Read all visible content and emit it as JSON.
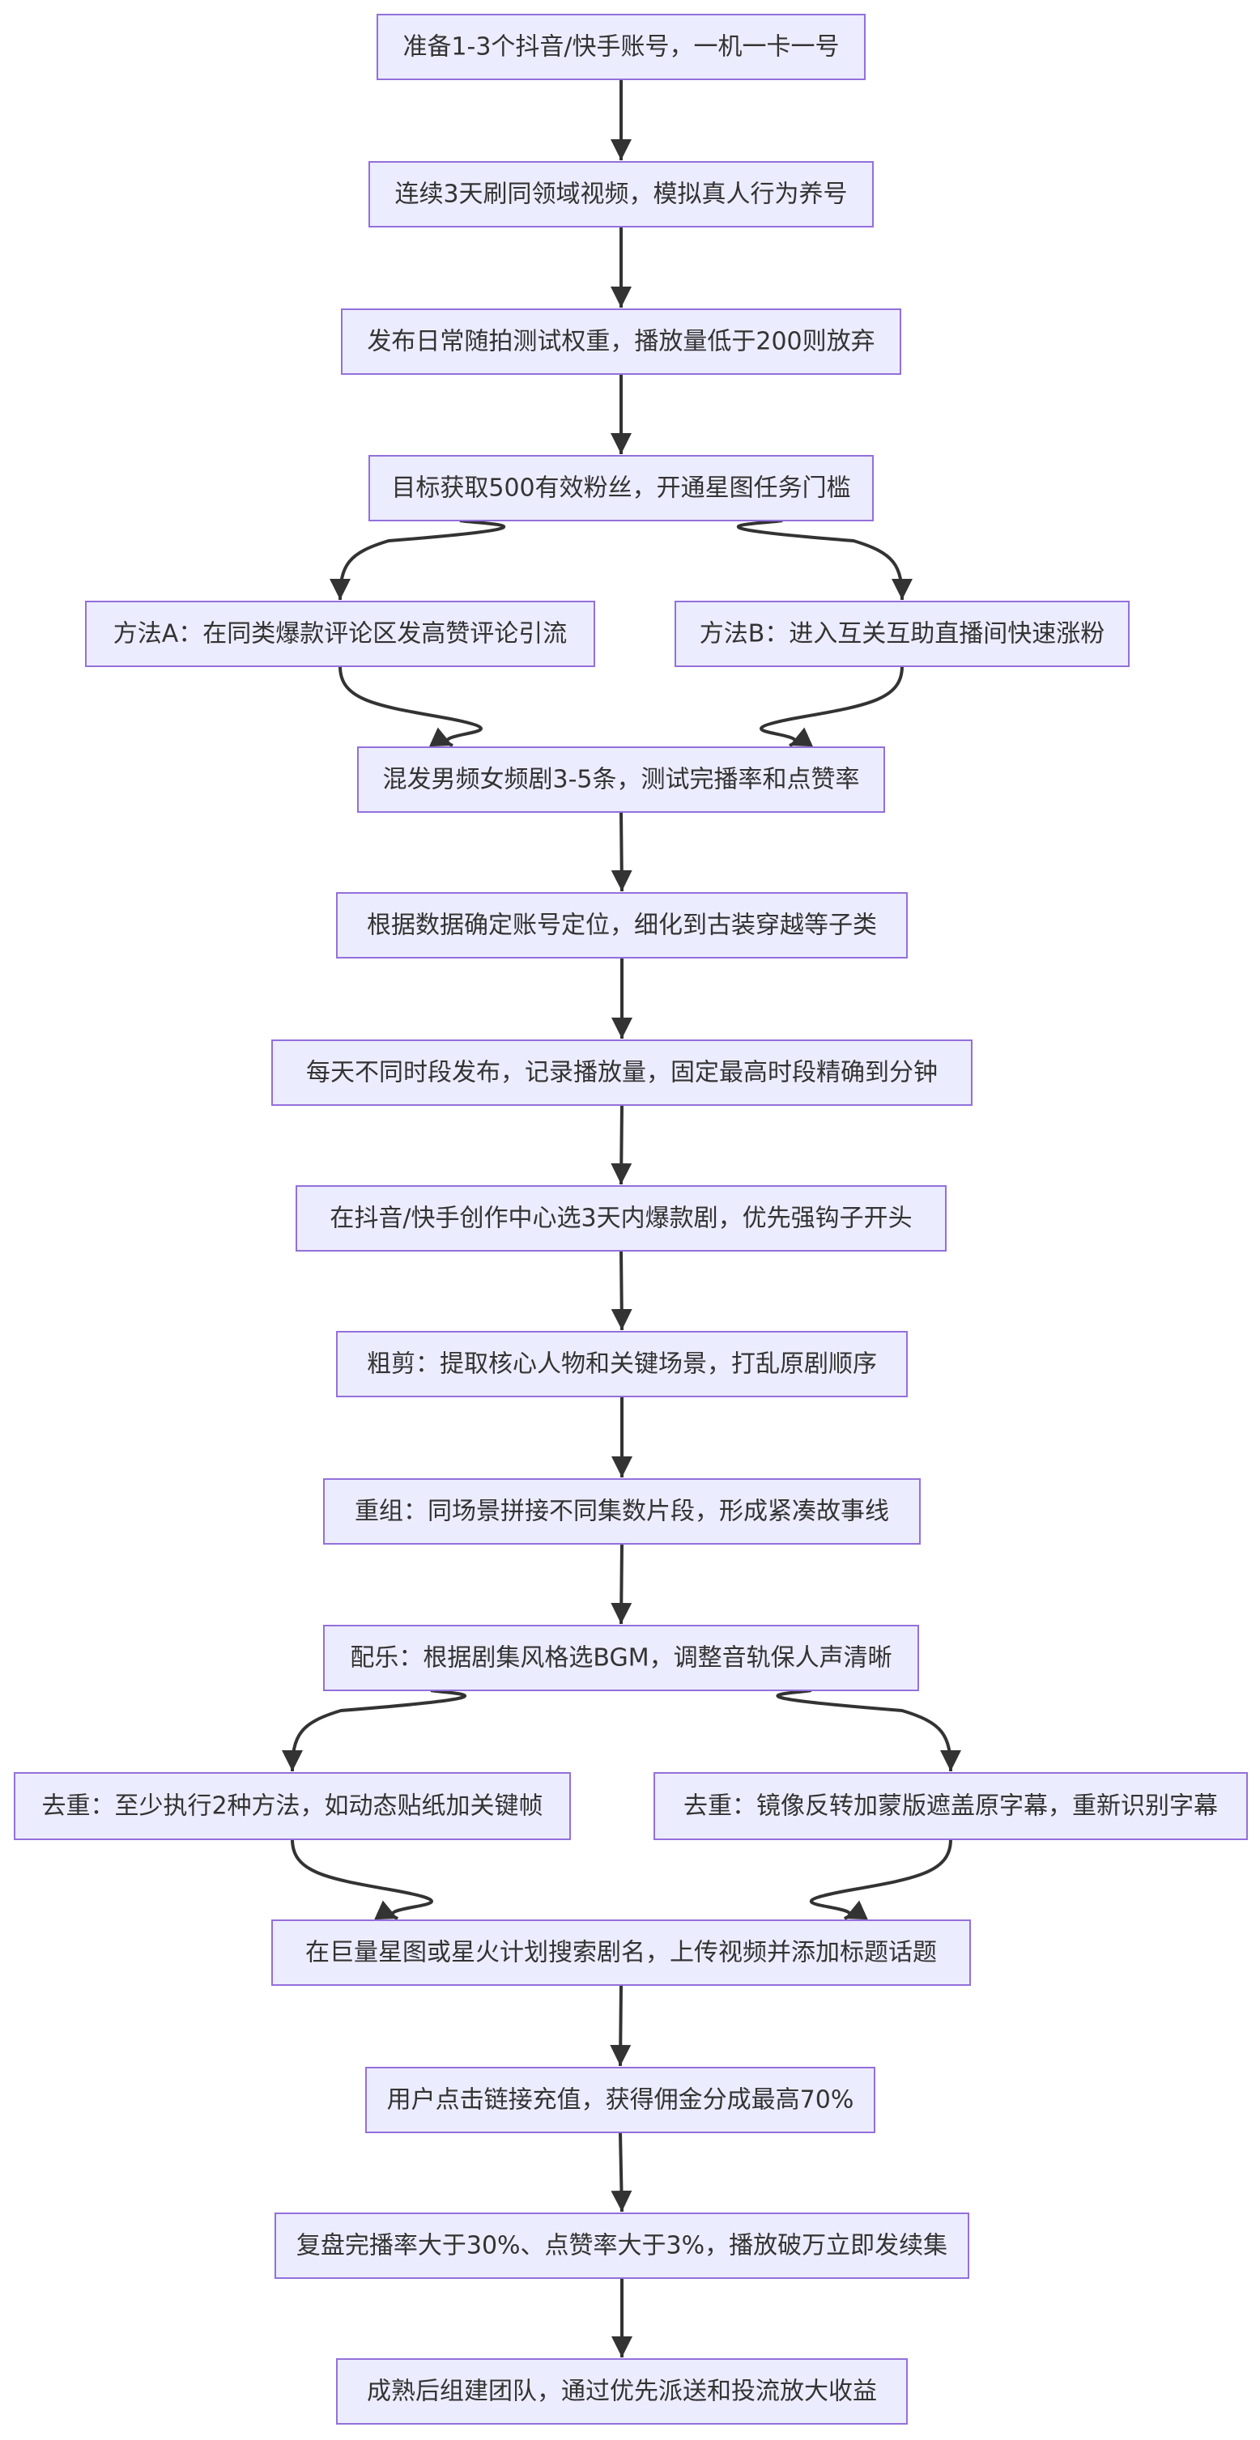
{
  "flowchart": {
    "nodes": [
      {
        "id": "n1",
        "label": "准备1-3个抖音/快手账号，一机一卡一号"
      },
      {
        "id": "n2",
        "label": "连续3天刷同领域视频，模拟真人行为养号"
      },
      {
        "id": "n3",
        "label": "发布日常随拍测试权重，播放量低于200则放弃"
      },
      {
        "id": "n4",
        "label": "目标获取500有效粉丝，开通星图任务门槛"
      },
      {
        "id": "n5a",
        "label": "方法A：在同类爆款评论区发高赞评论引流"
      },
      {
        "id": "n5b",
        "label": "方法B：进入互关互助直播间快速涨粉"
      },
      {
        "id": "n6",
        "label": "混发男频女频剧3-5条，测试完播率和点赞率"
      },
      {
        "id": "n7",
        "label": "根据数据确定账号定位，细化到古装穿越等子类"
      },
      {
        "id": "n8",
        "label": "每天不同时段发布，记录播放量，固定最高时段精确到分钟"
      },
      {
        "id": "n9",
        "label": "在抖音/快手创作中心选3天内爆款剧，优先强钩子开头"
      },
      {
        "id": "n10",
        "label": "粗剪：提取核心人物和关键场景，打乱原剧顺序"
      },
      {
        "id": "n11",
        "label": "重组：同场景拼接不同集数片段，形成紧凑故事线"
      },
      {
        "id": "n12",
        "label": "配乐：根据剧集风格选BGM，调整音轨保人声清晰"
      },
      {
        "id": "n13a",
        "label": "去重：至少执行2种方法，如动态贴纸加关键帧"
      },
      {
        "id": "n13b",
        "label": "去重：镜像反转加蒙版遮盖原字幕，重新识别字幕"
      },
      {
        "id": "n14",
        "label": "在巨量星图或星火计划搜索剧名，上传视频并添加标题话题"
      },
      {
        "id": "n15",
        "label": "用户点击链接充值，获得佣金分成最高70%"
      },
      {
        "id": "n16",
        "label": "复盘完播率大于30%、点赞率大于3%，播放破万立即发续集"
      },
      {
        "id": "n17",
        "label": "成熟后组建团队，通过优先派送和投流放大收益"
      }
    ],
    "edges": [
      {
        "from": "n1",
        "to": "n2"
      },
      {
        "from": "n2",
        "to": "n3"
      },
      {
        "from": "n3",
        "to": "n4"
      },
      {
        "from": "n4",
        "to": "n5a"
      },
      {
        "from": "n4",
        "to": "n5b"
      },
      {
        "from": "n5a",
        "to": "n6"
      },
      {
        "from": "n5b",
        "to": "n6"
      },
      {
        "from": "n6",
        "to": "n7"
      },
      {
        "from": "n7",
        "to": "n8"
      },
      {
        "from": "n8",
        "to": "n9"
      },
      {
        "from": "n9",
        "to": "n10"
      },
      {
        "from": "n10",
        "to": "n11"
      },
      {
        "from": "n11",
        "to": "n12"
      },
      {
        "from": "n12",
        "to": "n13a"
      },
      {
        "from": "n12",
        "to": "n13b"
      },
      {
        "from": "n13a",
        "to": "n14"
      },
      {
        "from": "n13b",
        "to": "n14"
      },
      {
        "from": "n14",
        "to": "n15"
      },
      {
        "from": "n15",
        "to": "n16"
      },
      {
        "from": "n16",
        "to": "n17"
      }
    ]
  },
  "colors": {
    "node_fill": "#ECECFF",
    "node_border": "#9370DB",
    "edge": "#333333",
    "text": "#333333",
    "background": "#FFFFFF"
  }
}
